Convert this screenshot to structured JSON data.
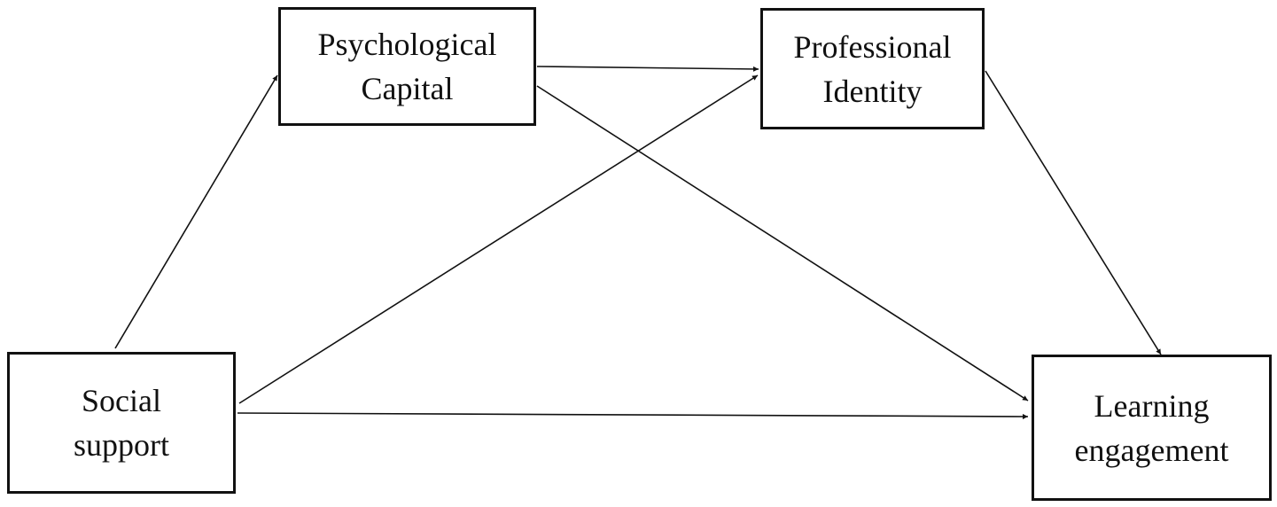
{
  "diagram": {
    "nodes": {
      "social_support": {
        "line1": "Social",
        "line2": "support"
      },
      "psychological_capital": {
        "line1": "Psychological",
        "line2": "Capital"
      },
      "professional_identity": {
        "line1": "Professional",
        "line2": "Identity"
      },
      "learning_engagement": {
        "line1": "Learning",
        "line2": "engagement"
      }
    },
    "edges": [
      {
        "from": "Social support",
        "to": "Psychological Capital"
      },
      {
        "from": "Social support",
        "to": "Professional Identity"
      },
      {
        "from": "Social support",
        "to": "Learning engagement"
      },
      {
        "from": "Psychological Capital",
        "to": "Professional Identity"
      },
      {
        "from": "Psychological Capital",
        "to": "Learning engagement"
      },
      {
        "from": "Professional Identity",
        "to": "Learning engagement"
      }
    ],
    "colors": {
      "stroke": "#111111",
      "background": "#ffffff"
    }
  }
}
